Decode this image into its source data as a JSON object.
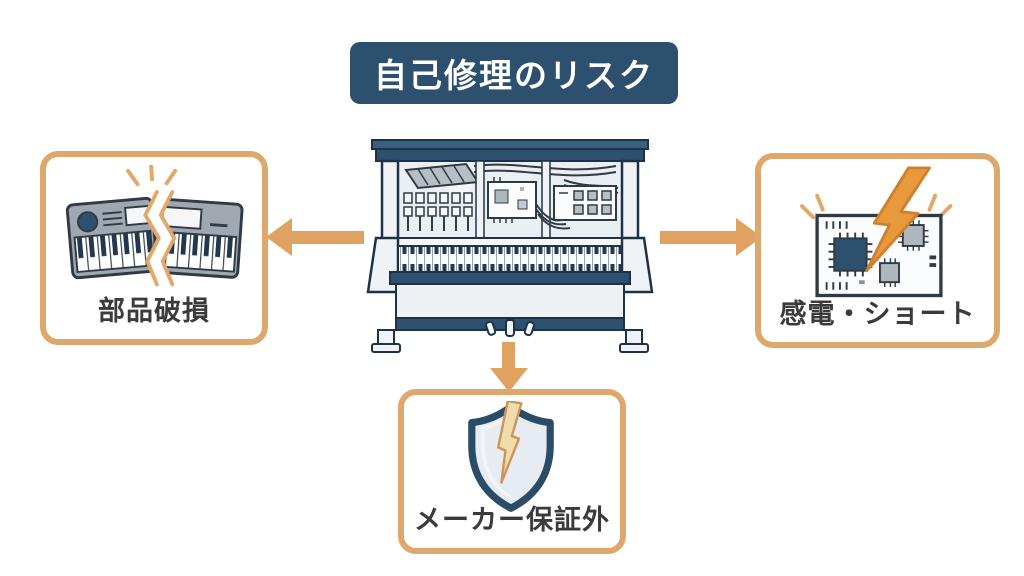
{
  "title": {
    "text": "自己修理のリスク"
  },
  "risks": {
    "left": {
      "label": "部品破損",
      "icon": "broken-keyboard-icon"
    },
    "right": {
      "label": "感電・ショート",
      "icon": "short-circuit-lightning-icon"
    },
    "bottom": {
      "label": "メーカー保証外",
      "icon": "cracked-shield-icon"
    }
  },
  "center": {
    "icon": "open-upright-piano-illustration"
  },
  "arrows": [
    {
      "name": "arrow-to-left-risk",
      "direction": "left"
    },
    {
      "name": "arrow-to-right-risk",
      "direction": "right"
    },
    {
      "name": "arrow-to-bottom-risk",
      "direction": "down"
    }
  ],
  "colors": {
    "background": "#FFFFFF",
    "title_bg": "#2C506E",
    "title_text": "#FFFFFF",
    "navy": "#2C506E",
    "dark_outline": "#1E3247",
    "arrow_orange": "#DFA261",
    "box_border_orange": "#DEA76B",
    "bolt_orange": "#E8993B",
    "crack_fill": "#F1DCAE",
    "label_text": "#3B3B3B",
    "icon_gray": "#9FA8B0",
    "panel_light": "#EDF1F4"
  }
}
